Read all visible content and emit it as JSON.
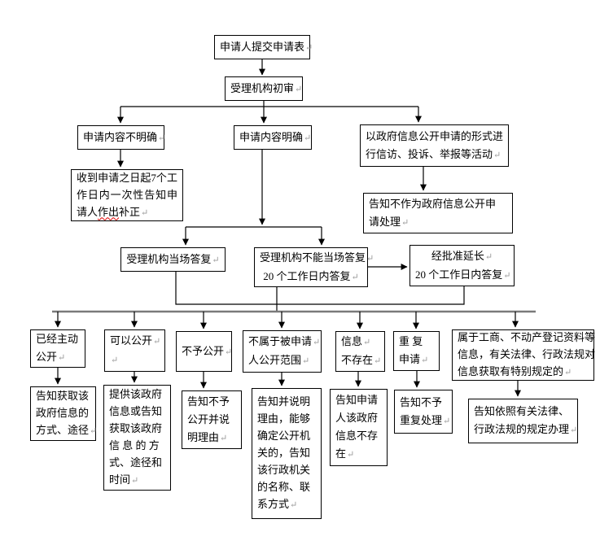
{
  "colors": {
    "box_border": "#000000",
    "connector": "#000000",
    "distribution_line": "#7a7a7a",
    "spellcheck_wavy_underline": "#e00000",
    "paragraph_mark": "#9a9a9a"
  },
  "boxes": {
    "b1": {
      "lines": [
        "申请人提交申请表"
      ]
    },
    "b2": {
      "lines": [
        "受理机构初审"
      ]
    },
    "b3": {
      "lines": [
        "申请内容不明确"
      ]
    },
    "b4": {
      "lines": [
        "申请内容明确"
      ]
    },
    "b5": {
      "lines": [
        "以政府信息公开申请的形式进",
        "行信访、投诉、举报等活动"
      ]
    },
    "b6": {
      "pre": "收到申请之日起7个工作日内一次性告知申请人",
      "typo": "作出",
      "post": "补正"
    },
    "b7": {
      "lines": [
        "告知不作为政府信息公开申",
        "请处理"
      ]
    },
    "b8": {
      "lines": [
        "受理机构当场答复"
      ]
    },
    "b9": {
      "lines": [
        "受理机构不能当场答复",
        "20 个工作日内答复"
      ]
    },
    "b10": {
      "lines": [
        "经批准延长",
        "20 个工作日内答复"
      ]
    },
    "c1": {
      "lines": [
        "已经主动",
        "公开"
      ]
    },
    "c2": {
      "lines": [
        "可以公开",
        ""
      ]
    },
    "c3": {
      "lines": [
        "不予公开"
      ]
    },
    "c4": {
      "lines": [
        "不属于被申请",
        "人公开范围"
      ]
    },
    "c5": {
      "lines": [
        "信息",
        "不存在"
      ]
    },
    "c6": {
      "lines": [
        "重 复",
        "申请"
      ]
    },
    "c7": {
      "lines": [
        "属于工商、不动产登记资料等",
        "信息，有关法律、行政法规对",
        "信息获取有特别规定的"
      ]
    },
    "o1": {
      "lines": [
        "告知获取该",
        "政府信息的",
        "方式、途径"
      ]
    },
    "o2": {
      "lines": [
        "提供该政府",
        "信息或告知",
        "获取该政府",
        "信 息 的 方",
        "式、途径和",
        "时间"
      ]
    },
    "o3": {
      "lines": [
        "告知不予",
        "公开并说",
        "明理由"
      ]
    },
    "o4": {
      "lines": [
        "告知并说明",
        "理由，能够",
        "确定公开机",
        "关的，告知",
        "该行政机关",
        "的名称、联",
        "系方式"
      ]
    },
    "o5": {
      "lines": [
        "告知申请",
        "人该政府",
        "信息不存",
        "在"
      ]
    },
    "o6": {
      "lines": [
        "告知不予",
        "重复处理"
      ]
    },
    "o7": {
      "lines": [
        "告知依照有关法律、",
        "行政法规的规定办理"
      ]
    }
  }
}
